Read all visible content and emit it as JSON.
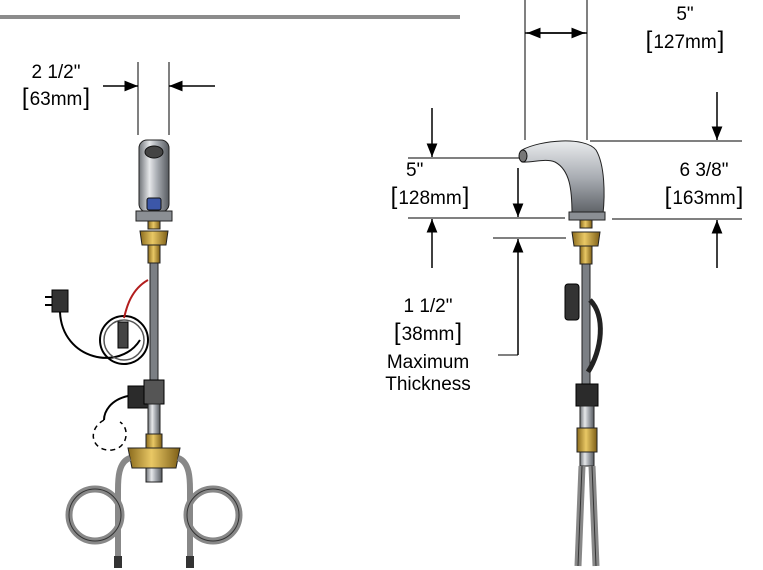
{
  "dimensions": {
    "front_width_in": "2 1/2\"",
    "front_width_mm": "63mm",
    "side_reach_in": "5\"",
    "side_reach_mm": "127mm",
    "side_spout_height_in": "5\"",
    "side_spout_height_mm": "128mm",
    "side_total_height_in": "6 3/8\"",
    "side_total_height_mm": "163mm",
    "deck_thickness_in": "1 1/2\"",
    "deck_thickness_mm": "38mm",
    "deck_thickness_note_1": "Maximum",
    "deck_thickness_note_2": "Thickness"
  },
  "colors": {
    "line": "#000000",
    "chrome": "#a9adb3",
    "brass": "#c8a03c",
    "hose": "#9a9a9a",
    "header_bar": "#8c8c8c"
  }
}
